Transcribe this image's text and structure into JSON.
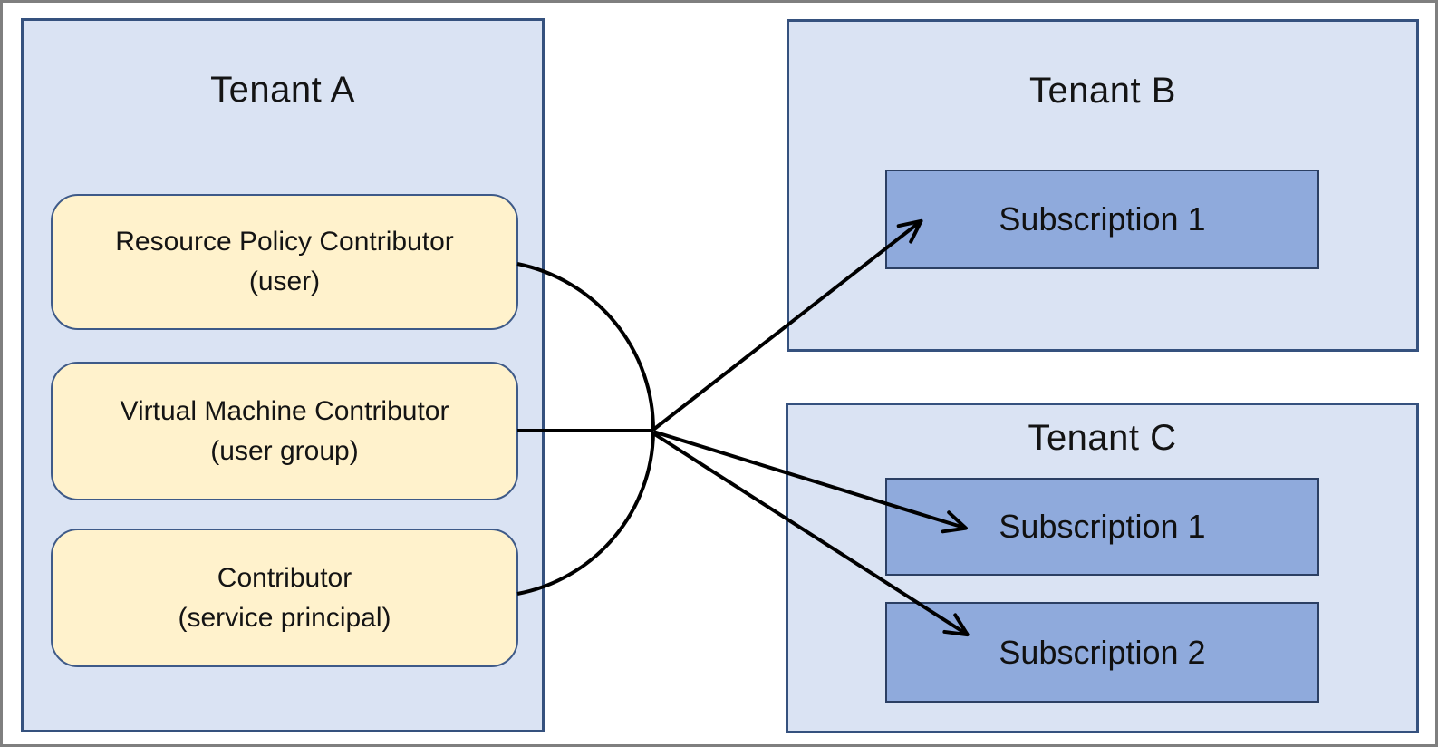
{
  "tenantA": {
    "title": "Tenant A",
    "roles": [
      {
        "name": "Resource Policy Contributor",
        "principal": "(user)"
      },
      {
        "name": "Virtual Machine Contributor",
        "principal": "(user group)"
      },
      {
        "name": "Contributor",
        "principal": "(service principal)"
      }
    ]
  },
  "tenantB": {
    "title": "Tenant B",
    "subscriptions": [
      {
        "label": "Subscription 1"
      }
    ]
  },
  "tenantC": {
    "title": "Tenant C",
    "subscriptions": [
      {
        "label": "Subscription 1"
      },
      {
        "label": "Subscription 2"
      }
    ]
  },
  "colors": {
    "tenant_fill": "#dae3f3",
    "tenant_border": "#35517e",
    "role_fill": "#fff2cc",
    "role_border": "#3e5a88",
    "subscription_fill": "#8faadc",
    "subscription_border": "#2b3f63",
    "connector": "#000000",
    "canvas_border": "#7f7f7f",
    "text": "#141414"
  }
}
